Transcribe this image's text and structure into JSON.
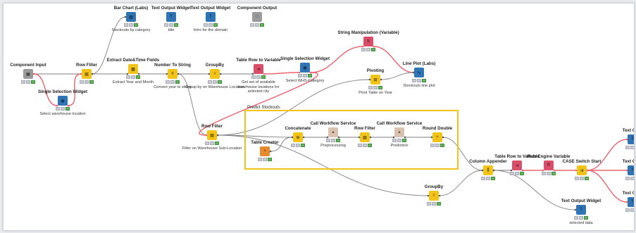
{
  "nodes": [
    {
      "id": "component_input",
      "title": "Component Input",
      "desc": "",
      "type": "grey",
      "icon": "component-input-icon"
    },
    {
      "id": "single_sel_wh",
      "title": "Single Selection Widget",
      "desc": "Select warehouse location",
      "type": "viz",
      "icon": "selection-widget-icon"
    },
    {
      "id": "row_filter_1",
      "title": "Row Filter",
      "desc": "",
      "type": "manip",
      "icon": "filter-icon"
    },
    {
      "id": "bar_chart",
      "title": "Bar Chart (Labs)",
      "desc": "Stockouts by category",
      "type": "viz",
      "icon": "bar-chart-icon"
    },
    {
      "id": "text_out_title",
      "title": "Text Output Widget",
      "desc": "title",
      "type": "viz",
      "icon": "text-output-icon"
    },
    {
      "id": "text_out_intro",
      "title": "Text Output Widget",
      "desc": "Intro for the domain",
      "type": "viz",
      "icon": "text-output-icon"
    },
    {
      "id": "component_output",
      "title": "Component Output",
      "desc": "",
      "type": "grey",
      "icon": "component-output-icon"
    },
    {
      "id": "extract_dt",
      "title": "Extract Date&Time Fields",
      "desc": "Extract Year and Month",
      "type": "manip",
      "icon": "calendar-icon"
    },
    {
      "id": "num_to_str",
      "title": "Number To String",
      "desc": "Convert year to string",
      "type": "manip",
      "icon": "number-string-icon"
    },
    {
      "id": "groupby_1",
      "title": "GroupBy",
      "desc": "Group by on Warehouse Location",
      "type": "manip",
      "icon": "groupby-icon"
    },
    {
      "id": "table_row_var_1",
      "title": "Table Row to Variable",
      "desc": "Get set of available warehouse locations for selected city",
      "type": "flow",
      "icon": "table-to-variable-icon"
    },
    {
      "id": "single_sel_cat",
      "title": "Single Selection Widget",
      "desc": "Select WHS-Category",
      "type": "viz",
      "icon": "selection-widget-icon"
    },
    {
      "id": "string_manip",
      "title": "String Manipulation (Variable)",
      "desc": "",
      "type": "flow",
      "icon": "string-manipulation-icon"
    },
    {
      "id": "pivoting",
      "title": "Pivoting",
      "desc": "Pivot Table on Year",
      "type": "manip",
      "icon": "pivot-icon"
    },
    {
      "id": "line_plot",
      "title": "Line Plot (Labs)",
      "desc": "Stockouts line plot",
      "type": "viz",
      "icon": "line-plot-icon"
    },
    {
      "id": "row_filter_2",
      "title": "Row Filter",
      "desc": "Filter on Warehouse Sub-Location",
      "type": "manip",
      "icon": "filter-icon"
    },
    {
      "id": "table_creator",
      "title": "Table Creator",
      "desc": "",
      "type": "io",
      "icon": "table-creator-icon"
    },
    {
      "id": "concatenate",
      "title": "Concatenate",
      "desc": "",
      "type": "manip",
      "icon": "concatenate-icon"
    },
    {
      "id": "cws_1",
      "title": "Call Workflow Service",
      "desc": "Preprocessing",
      "type": "wf",
      "icon": "workflow-service-icon"
    },
    {
      "id": "row_filter_3",
      "title": "Row Filter",
      "desc": "",
      "type": "manip",
      "icon": "filter-icon"
    },
    {
      "id": "cws_2",
      "title": "Call Workflow Service",
      "desc": "Prediction",
      "type": "wf",
      "icon": "workflow-service-icon"
    },
    {
      "id": "round_double",
      "title": "Round Double",
      "desc": "",
      "type": "manip",
      "icon": "round-double-icon"
    },
    {
      "id": "groupby_2",
      "title": "GroupBy",
      "desc": "",
      "type": "manip",
      "icon": "groupby-icon"
    },
    {
      "id": "col_appender",
      "title": "Column Appender",
      "desc": "",
      "type": "manip",
      "icon": "column-appender-icon"
    },
    {
      "id": "table_row_var_2",
      "title": "Table Row to Variable",
      "desc": "",
      "type": "flow",
      "icon": "table-to-variable-icon"
    },
    {
      "id": "rule_engine_var",
      "title": "Rule Engine Variable",
      "desc": "",
      "type": "flow",
      "icon": "rule-engine-icon"
    },
    {
      "id": "case_switch",
      "title": "CASE Switch Start",
      "desc": "",
      "type": "manip",
      "icon": "switch-icon"
    },
    {
      "id": "text_out_selected",
      "title": "Text Output Widget",
      "desc": "selected data",
      "type": "viz",
      "icon": "text-output-icon"
    },
    {
      "id": "text_out_r1",
      "title": "Text Outp",
      "desc": "",
      "type": "viz",
      "icon": "text-output-icon"
    },
    {
      "id": "text_out_r2",
      "title": "Text Outp",
      "desc": "",
      "type": "viz",
      "icon": "text-output-icon"
    },
    {
      "id": "text_out_r3",
      "title": "Text Outp",
      "desc": "",
      "type": "viz",
      "icon": "text-output-icon"
    }
  ],
  "metanode": {
    "label": "Predict Stockouts"
  },
  "edges": [
    {
      "from": "component_input",
      "to": "row_filter_1",
      "kind": "data"
    },
    {
      "from": "component_input",
      "to": "single_sel_wh",
      "kind": "flow"
    },
    {
      "from": "single_sel_wh",
      "to": "row_filter_1",
      "kind": "flow"
    },
    {
      "from": "row_filter_1",
      "to": "bar_chart",
      "kind": "data"
    },
    {
      "from": "row_filter_1",
      "to": "extract_dt",
      "kind": "data"
    },
    {
      "from": "extract_dt",
      "to": "num_to_str",
      "kind": "data"
    },
    {
      "from": "num_to_str",
      "to": "groupby_1",
      "kind": "data"
    },
    {
      "from": "num_to_str",
      "to": "row_filter_2",
      "kind": "data"
    },
    {
      "from": "groupby_1",
      "to": "table_row_var_1",
      "kind": "data"
    },
    {
      "from": "table_row_var_1",
      "to": "single_sel_cat",
      "kind": "flow"
    },
    {
      "from": "single_sel_cat",
      "to": "string_manip",
      "kind": "flow"
    },
    {
      "from": "single_sel_cat",
      "to": "row_filter_2",
      "kind": "flow"
    },
    {
      "from": "string_manip",
      "to": "line_plot",
      "kind": "flow"
    },
    {
      "from": "row_filter_2",
      "to": "pivoting",
      "kind": "data"
    },
    {
      "from": "pivoting",
      "to": "line_plot",
      "kind": "data"
    },
    {
      "from": "row_filter_2",
      "to": "concatenate",
      "kind": "data"
    },
    {
      "from": "table_creator",
      "to": "concatenate",
      "kind": "data"
    },
    {
      "from": "concatenate",
      "to": "cws_1",
      "kind": "data"
    },
    {
      "from": "cws_1",
      "to": "row_filter_3",
      "kind": "data"
    },
    {
      "from": "row_filter_3",
      "to": "cws_2",
      "kind": "data"
    },
    {
      "from": "cws_2",
      "to": "round_double",
      "kind": "data"
    },
    {
      "from": "round_double",
      "to": "col_appender",
      "kind": "data"
    },
    {
      "from": "row_filter_2",
      "to": "groupby_2",
      "kind": "data"
    },
    {
      "from": "groupby_2",
      "to": "col_appender",
      "kind": "data"
    },
    {
      "from": "col_appender",
      "to": "table_row_var_2",
      "kind": "data"
    },
    {
      "from": "table_row_var_2",
      "to": "rule_engine_var",
      "kind": "flow"
    },
    {
      "from": "rule_engine_var",
      "to": "case_switch",
      "kind": "flow"
    },
    {
      "from": "col_appender",
      "to": "text_out_selected",
      "kind": "data"
    },
    {
      "from": "case_switch",
      "to": "text_out_r1",
      "kind": "flow"
    },
    {
      "from": "case_switch",
      "to": "text_out_r2",
      "kind": "flow"
    },
    {
      "from": "case_switch",
      "to": "text_out_r3",
      "kind": "flow"
    }
  ],
  "colors": {
    "data_edge": "#7f7f7f",
    "flow_edge": "#e8636f",
    "metanode_border": "#f0c419"
  }
}
